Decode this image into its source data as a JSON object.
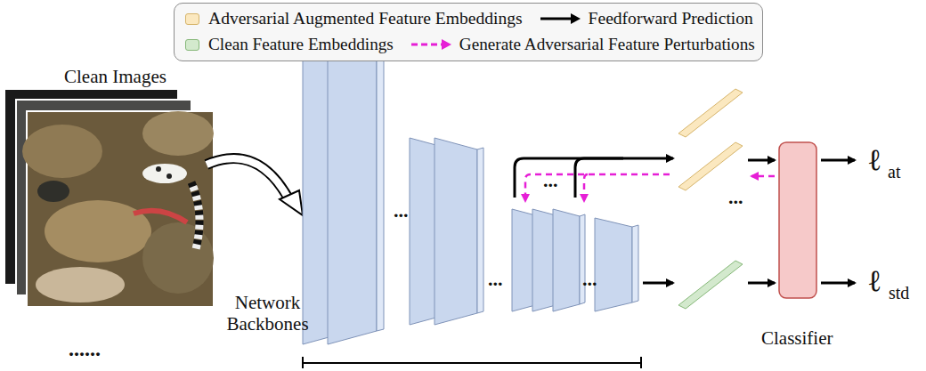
{
  "diagram": {
    "nodes": [
      {
        "text": [
          "Clean Images"
        ]
      },
      {
        "text": [
          "Classifier"
        ]
      }
    ],
    "labels": [
      "Network Backbones",
      "......",
      "...",
      "...",
      "...",
      "...",
      "...",
      "ℓ",
      "at",
      "ℓ",
      "std"
    ],
    "legend": [
      {
        "text": "Adversarial Augmented Feature Embeddings",
        "color": "#fbe8bf"
      },
      {
        "text": "Feedforward Prediction"
      },
      {
        "text": "Clean Feature Embeddings",
        "color": "#d3e9cd"
      },
      {
        "text": "Generate Adversarial Feature Perturbations"
      }
    ]
  }
}
